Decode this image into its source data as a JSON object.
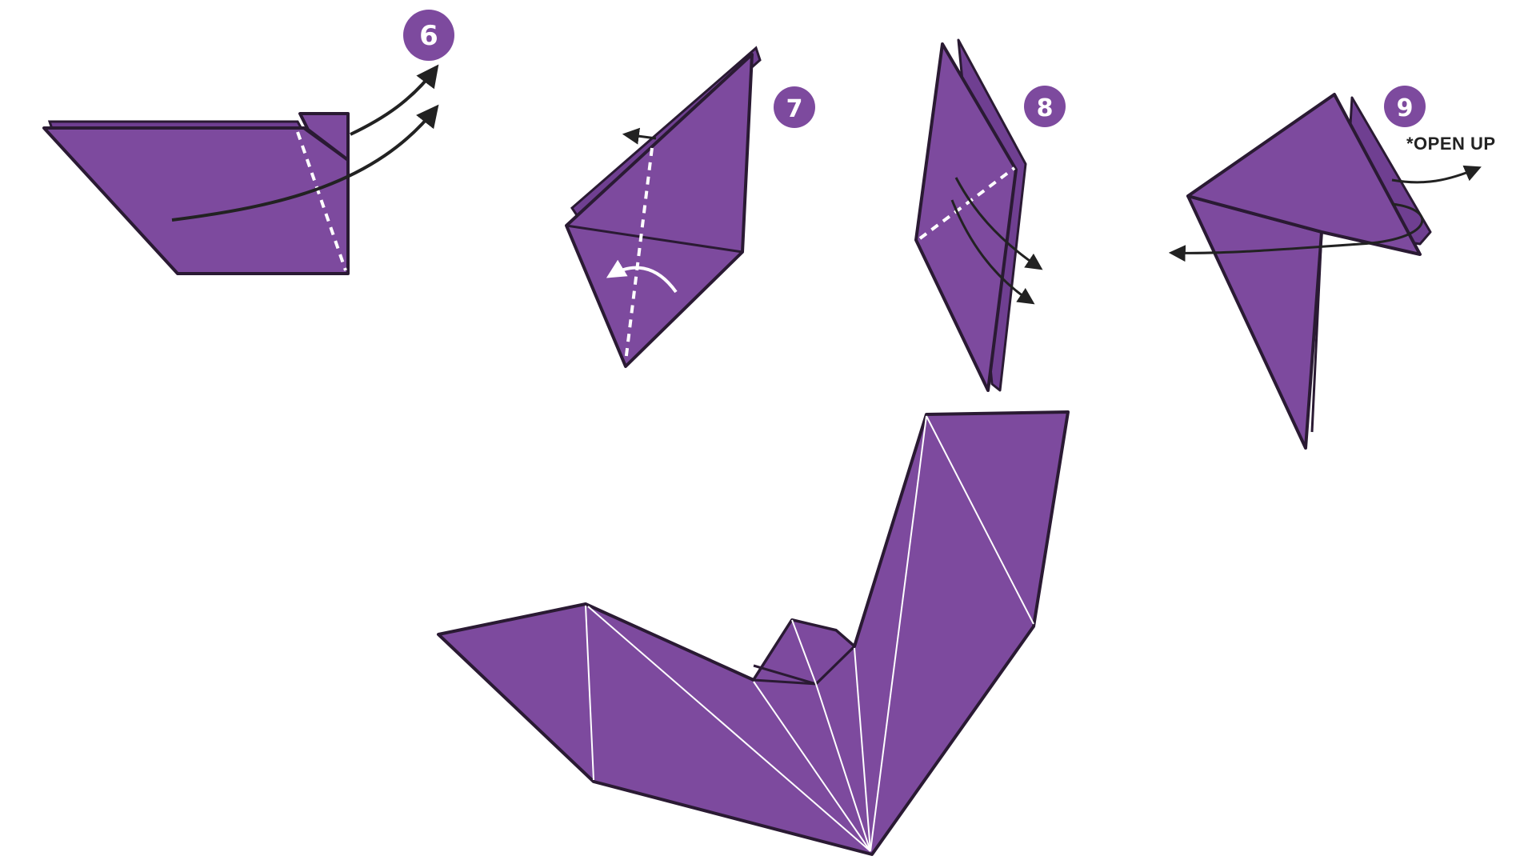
{
  "colors": {
    "paper": "#7d4a9e",
    "paper_dark": "#6f3f91",
    "outline": "#2a1a33",
    "crease": "#ffffff",
    "arrow": "#222222",
    "badge": "#7d4a9e",
    "background": "#ffffff"
  },
  "steps": [
    {
      "number": "6"
    },
    {
      "number": "7"
    },
    {
      "number": "8"
    },
    {
      "number": "9",
      "note": "*OPEN UP"
    }
  ],
  "icons": {
    "fold_arrow": "curved-arrow-icon",
    "rotate_arrow": "rotate-arrow-icon"
  }
}
